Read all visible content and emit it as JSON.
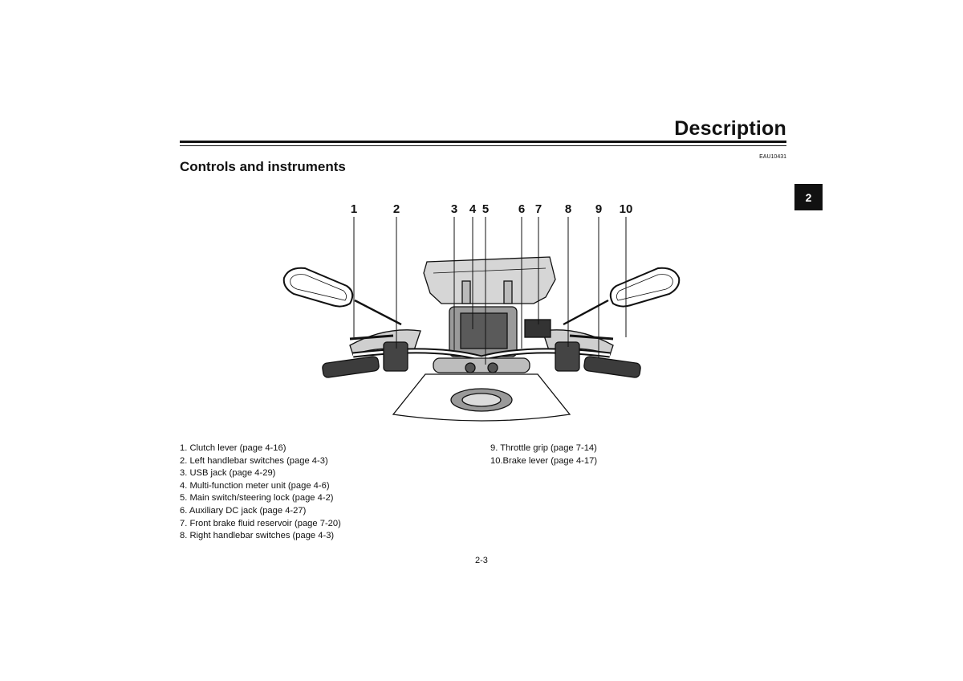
{
  "header": {
    "title": "Description",
    "doc_code": "EAU10431"
  },
  "section": {
    "title": "Controls and instruments"
  },
  "chapter_tab": "2",
  "callouts": [
    "1",
    "2",
    "3",
    "4",
    "5",
    "6",
    "7",
    "8",
    "9",
    "10"
  ],
  "legend": {
    "items": [
      "1. Clutch lever (page 4-16)",
      "2. Left handlebar switches (page 4-3)",
      "3. USB jack (page 4-29)",
      "4. Multi-function meter unit (page 4-6)",
      "5. Main switch/steering lock (page 4-2)",
      "6. Auxiliary DC jack (page 4-27)",
      "7. Front brake fluid reservoir (page 7-20)",
      "8. Right handlebar switches (page 4-3)",
      "9. Throttle grip (page 7-14)",
      "10.Brake lever (page 4-17)"
    ]
  },
  "page_number": "2-3"
}
